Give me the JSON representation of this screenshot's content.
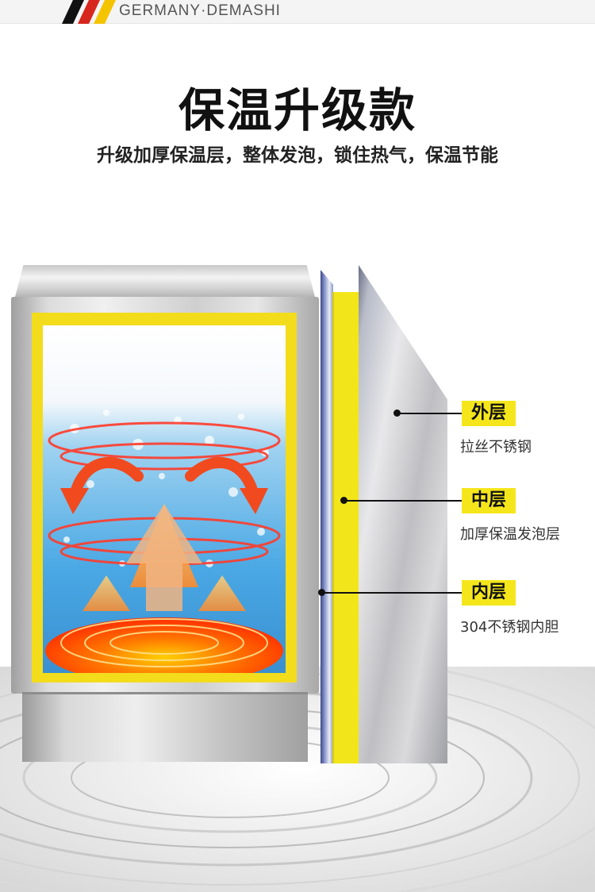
{
  "brand": {
    "text": "GERMANY·DEMASHI"
  },
  "headline": {
    "title": "保温升级款",
    "subtitle": "升级加厚保温层，整体发泡，锁住热气，保温节能"
  },
  "layers": [
    {
      "tag": "外层",
      "desc": "拉丝不锈钢"
    },
    {
      "tag": "中层",
      "desc": "加厚保温发泡层"
    },
    {
      "tag": "内层",
      "desc": "304不锈钢内胆"
    }
  ],
  "colors": {
    "accent_yellow": "#f5e61c",
    "brand_red": "#d7261e",
    "brand_black": "#111111"
  },
  "icons": {
    "heat_arrows": "curved-arrow-icon",
    "up_arrow": "up-arrow-icon"
  }
}
